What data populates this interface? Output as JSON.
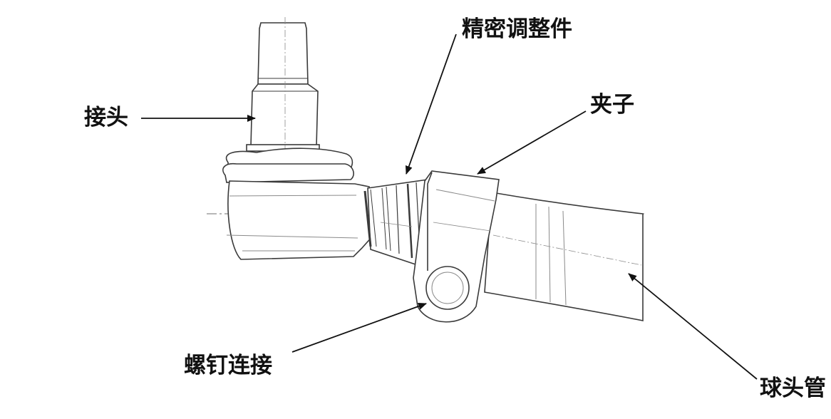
{
  "diagram": {
    "labels": {
      "precision_adjuster": "精密调整件",
      "joint": "接头",
      "clamp": "夹子",
      "screw_connection": "螺钉连接",
      "ball_tube": "球头管"
    },
    "colors": {
      "line": "#3a3a3a",
      "thin_line": "#8a8a8a",
      "centerline": "#6f6f6f",
      "arrow": "#111111",
      "text": "#111111",
      "background": "#ffffff"
    }
  }
}
